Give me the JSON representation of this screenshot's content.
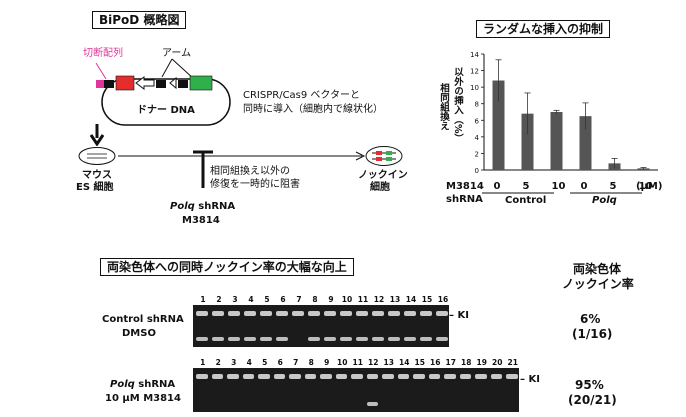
{
  "bipod": {
    "title": "BiPoD 概略図",
    "cleavage_label": "切断配列",
    "arm_label": "アーム",
    "donor_label": "ドナー DNA",
    "crispr_line1": "CRISPR/Cas9 ベクターと",
    "crispr_line2": "同時に導入（細胞内で線状化）",
    "mouse_line1": "マウス",
    "mouse_line2": "ES 細胞",
    "knockin_line1": "ノックイン",
    "knockin_line2": "細胞",
    "hr_line1": "相同組換え以外の",
    "hr_line2": "修復を一時的に阻害",
    "polq_italic": "Polq",
    "shrna": " shRNA",
    "m3814": "M3814",
    "colors": {
      "cleavage": "#e0359b",
      "red": "#e52d2d",
      "green": "#2fb04a"
    }
  },
  "random_chart": {
    "title": "ランダムな挿入の抑制",
    "ylabel_line1": "相同組換え",
    "ylabel_line2": "以外の挿入（%）",
    "yticks": [
      "14",
      "12",
      "10",
      "8",
      "6",
      "4",
      "2",
      "0"
    ],
    "m3814_row_label": "M3814",
    "shrna_row_label": "shRNA",
    "m3814_values": [
      "0",
      "5",
      "10",
      "0",
      "5",
      "10"
    ],
    "unit": "(μM)",
    "group_control": "Control",
    "group_polq": "Polq"
  },
  "chart_data": {
    "type": "bar",
    "categories": [
      "Control 0",
      "Control 5",
      "Control 10",
      "Polq 0",
      "Polq 5",
      "Polq 10"
    ],
    "values": [
      10.8,
      6.8,
      7.0,
      6.5,
      0.8,
      0.2
    ],
    "errors": [
      2.5,
      2.5,
      0.2,
      1.6,
      0.6,
      0.1
    ],
    "ylim": [
      0,
      14
    ],
    "bar_color": "#555555"
  },
  "biallelic": {
    "title": "両染色体への同時ノックイン率の大幅な向上",
    "rate_header_line1": "両染色体",
    "rate_header_line2": "ノックイン率",
    "ki_label": "KI",
    "gel1": {
      "label_line1": "Control shRNA",
      "label_line2": "DMSO",
      "lanes": [
        "1",
        "2",
        "3",
        "4",
        "5",
        "6",
        "7",
        "8",
        "9",
        "10",
        "11",
        "12",
        "13",
        "14",
        "15",
        "16"
      ],
      "rate": "6%",
      "count": "(1/16)"
    },
    "gel2": {
      "label_line1_italic": "Polq",
      "label_line1_rest": " shRNA",
      "label_line2": "10 μM M3814",
      "lanes": [
        "1",
        "2",
        "3",
        "4",
        "5",
        "6",
        "7",
        "8",
        "9",
        "10",
        "11",
        "12",
        "13",
        "14",
        "15",
        "16",
        "17",
        "18",
        "19",
        "20",
        "21"
      ],
      "rate": "95%",
      "count": "(20/21)"
    }
  }
}
